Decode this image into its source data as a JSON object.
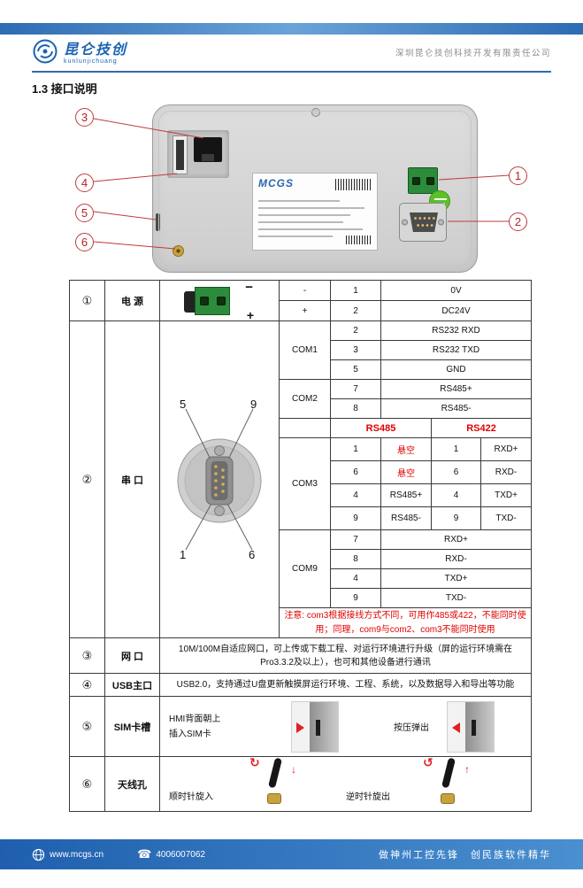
{
  "header": {
    "logo_title": "昆仑技创",
    "logo_subtitle": "kunlunjichuang",
    "company_name": "深圳昆仑技创科技开发有限责任公司"
  },
  "section_title": "1.3 接口说明",
  "figure": {
    "device_brand": "MCGS",
    "callouts": {
      "c1": "1",
      "c2": "2",
      "c3": "3",
      "c4": "4",
      "c5": "5",
      "c6": "6"
    }
  },
  "table": {
    "power": {
      "num": "①",
      "name": "电 源",
      "img_minus": "−",
      "img_plus": "+",
      "rows": [
        {
          "sign": "-",
          "pin": "1",
          "desc": "0V"
        },
        {
          "sign": "+",
          "pin": "2",
          "desc": "DC24V"
        }
      ]
    },
    "serial": {
      "num": "②",
      "name": "串 口",
      "pin5": "5",
      "pin9": "9",
      "pin1": "1",
      "pin6": "6",
      "com1": {
        "label": "COM1",
        "rows": [
          {
            "pin": "2",
            "desc": "RS232 RXD"
          },
          {
            "pin": "3",
            "desc": "RS232 TXD"
          },
          {
            "pin": "5",
            "desc": "GND"
          }
        ]
      },
      "com2": {
        "label": "COM2",
        "rows": [
          {
            "pin": "7",
            "desc": "RS485+"
          },
          {
            "pin": "8",
            "desc": "RS485-"
          }
        ]
      },
      "com3": {
        "label": "COM3",
        "header485": "RS485",
        "header422": "RS422",
        "rows": [
          {
            "pin485": "1",
            "desc485": "悬空",
            "pin422": "1",
            "desc422": "RXD+"
          },
          {
            "pin485": "6",
            "desc485": "悬空",
            "pin422": "6",
            "desc422": "RXD-"
          },
          {
            "pin485": "4",
            "desc485": "RS485+",
            "pin422": "4",
            "desc422": "TXD+"
          },
          {
            "pin485": "9",
            "desc485": "RS485-",
            "pin422": "9",
            "desc422": "TXD-"
          }
        ]
      },
      "com9": {
        "label": "COM9",
        "rows": [
          {
            "pin": "7",
            "desc": "RXD+"
          },
          {
            "pin": "8",
            "desc": "RXD-"
          },
          {
            "pin": "4",
            "desc": "TXD+"
          },
          {
            "pin": "9",
            "desc": "TXD-"
          }
        ]
      },
      "note": "注意: com3根据接线方式不同，可用作485或422，不能同时使用；同理，com9与com2、com3不能同时使用"
    },
    "lan": {
      "num": "③",
      "name": "网 口",
      "desc": "10M/100M自适应网口，可上传或下载工程、对运行环境进行升级（屏的运行环境需在Pro3.3.2及以上），也可和其他设备进行通讯"
    },
    "usb": {
      "num": "④",
      "name": "USB主口",
      "desc": "USB2.0，支持通过U盘更新触摸屏运行环境、工程、系统，以及数据导入和导出等功能"
    },
    "sim": {
      "num": "⑤",
      "name": "SIM卡槽",
      "caption_insert_1": "HMI背面朝上",
      "caption_insert_2": "插入SIM卡",
      "caption_eject": "按压弹出"
    },
    "antenna": {
      "num": "⑥",
      "name": "天线孔",
      "caption_in": "顺时针旋入",
      "caption_out": "逆时针旋出"
    }
  },
  "footer": {
    "website": "www.mcgs.cn",
    "phone": "4006007062",
    "slogan": "做神州工控先锋　创民族软件精华"
  },
  "icons": {
    "phone": "☎",
    "clockwise": "↻",
    "counterclockwise": "↺",
    "down": "↓",
    "up": "↑"
  },
  "colors": {
    "brand_blue": "#2e6cb3",
    "accent_red": "#e00000",
    "rs485_header_bg": "#dce6f2",
    "rs422_header_bg": "#fdeada"
  }
}
